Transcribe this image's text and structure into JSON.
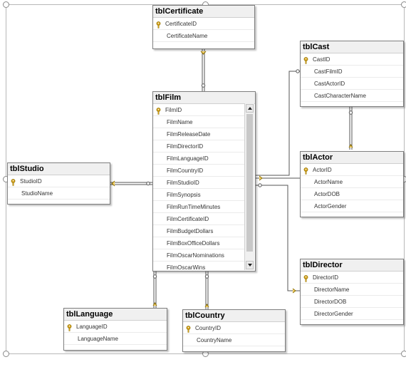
{
  "diagram": {
    "tables": {
      "certificate": {
        "name": "tblCertificate",
        "pk": "CertificateID",
        "fields": [
          "CertificateID",
          "CertificateName"
        ]
      },
      "cast": {
        "name": "tblCast",
        "pk": "CastID",
        "fields": [
          "CastID",
          "CastFilmID",
          "CastActorID",
          "CastCharacterName"
        ]
      },
      "film": {
        "name": "tblFilm",
        "pk": "FilmID",
        "fields": [
          "FilmID",
          "FilmName",
          "FilmReleaseDate",
          "FilmDirectorID",
          "FilmLanguageID",
          "FilmCountryID",
          "FilmStudioID",
          "FilmSynopsis",
          "FilmRunTimeMinutes",
          "FilmCertificateID",
          "FilmBudgetDollars",
          "FilmBoxOfficeDollars",
          "FilmOscarNominations",
          "FilmOscarWins"
        ]
      },
      "studio": {
        "name": "tblStudio",
        "pk": "StudioID",
        "fields": [
          "StudioID",
          "StudioName"
        ]
      },
      "actor": {
        "name": "tblActor",
        "pk": "ActorID",
        "fields": [
          "ActorID",
          "ActorName",
          "ActorDOB",
          "ActorGender"
        ]
      },
      "director": {
        "name": "tblDirector",
        "pk": "DirectorID",
        "fields": [
          "DirectorID",
          "DirectorName",
          "DirectorDOB",
          "DirectorGender"
        ]
      },
      "language": {
        "name": "tblLanguage",
        "pk": "LanguageID",
        "fields": [
          "LanguageID",
          "LanguageName"
        ]
      },
      "country": {
        "name": "tblCountry",
        "pk": "CountryID",
        "fields": [
          "CountryID",
          "CountryName"
        ]
      }
    }
  },
  "colors": {
    "key": "#d4a017",
    "line": "#555555",
    "border": "#7f7f7f"
  }
}
